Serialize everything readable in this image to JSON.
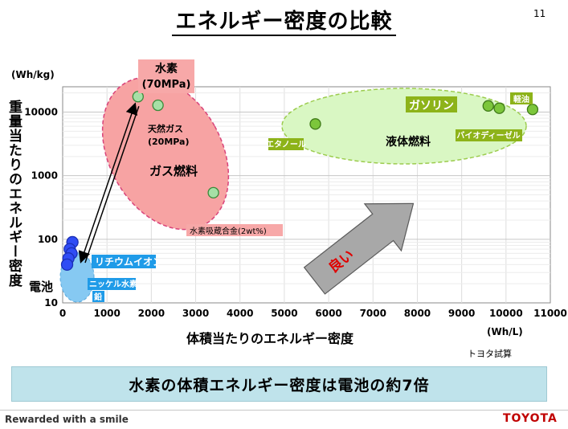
{
  "header": {
    "title": "エネルギー密度の比較",
    "page_number": "11"
  },
  "footer": {
    "slogan": "Rewarded with a smile",
    "brand": "TOYOTA"
  },
  "summary": "水素の体積エネルギー密度は電池の約7倍",
  "source_note": "トヨタ試算",
  "colors": {
    "hydrogen_fill": "#f7a3a3",
    "hydrogen_border": "#d9437a",
    "liquid_fill": "#d9f7c3",
    "liquid_border": "#9ccc4e",
    "battery_fill": "#86c9f2",
    "battery_point": "#2f4cf5",
    "liquid_point": "#7cc63b",
    "label_blue": "#1f9be8",
    "label_olive": "#8db319",
    "label_pink": "#f7a8a8",
    "arrow_gray": "#a8a8a8"
  },
  "chart_data": {
    "type": "scatter",
    "xlabel": "体積当たりのエネルギー密度",
    "x_unit": "(Wh/L)",
    "ylabel": "重量当たりのエネルギー密度",
    "y_unit": "(Wh/kg)",
    "xlim": [
      0,
      11000
    ],
    "ylim": [
      10,
      25000
    ],
    "y_scale": "log",
    "x_ticks": [
      0,
      1000,
      2000,
      3000,
      4000,
      5000,
      6000,
      7000,
      8000,
      9000,
      10000,
      11000
    ],
    "y_ticks": [
      10,
      100,
      1000,
      10000
    ],
    "grid": true,
    "groups": [
      {
        "name": "ガス燃料",
        "points": [
          {
            "label": "水素 (70MPa)",
            "x": 1700,
            "y": 17500
          },
          {
            "label": "天然ガス (20MPa)",
            "x": 2150,
            "y": 12800
          },
          {
            "label": "水素吸蔵合金(2wt%)",
            "x": 3400,
            "y": 540
          }
        ]
      },
      {
        "name": "液体燃料",
        "points": [
          {
            "label": "エタノール",
            "x": 5700,
            "y": 6500
          },
          {
            "label": "ガソリン",
            "x": 9600,
            "y": 12500
          },
          {
            "label": "バイオディーゼル",
            "x": 9850,
            "y": 11500
          },
          {
            "label": "軽油",
            "x": 10600,
            "y": 11000
          }
        ]
      },
      {
        "name": "電池",
        "points": [
          {
            "label": "リチウムイオン",
            "x": 220,
            "y": 90
          },
          {
            "label": "リチウムイオン",
            "x": 160,
            "y": 70
          },
          {
            "label": "ニッケル水素",
            "x": 200,
            "y": 60
          },
          {
            "label": "ニッケル水素",
            "x": 130,
            "y": 50
          },
          {
            "label": "鉛",
            "x": 100,
            "y": 40
          }
        ]
      }
    ],
    "annotations": {
      "hydrogen_title": "水素",
      "hydrogen_pressure": "(70MPa)",
      "natural_gas_title": "天然ガス",
      "natural_gas_pressure": "(20MPa)",
      "gas_fuel": "ガス燃料",
      "alloy": "水素吸蔵合金(2wt%)",
      "liquid_fuel": "液体燃料",
      "gasoline": "ガソリン",
      "ethanol": "エタノール",
      "light_oil": "軽油",
      "biodiesel": "バイオディーゼル",
      "battery": "電池",
      "li_ion": "リチウムイオン",
      "ni_mh": "ニッケル水素",
      "lead": "鉛",
      "good": "良い"
    }
  }
}
